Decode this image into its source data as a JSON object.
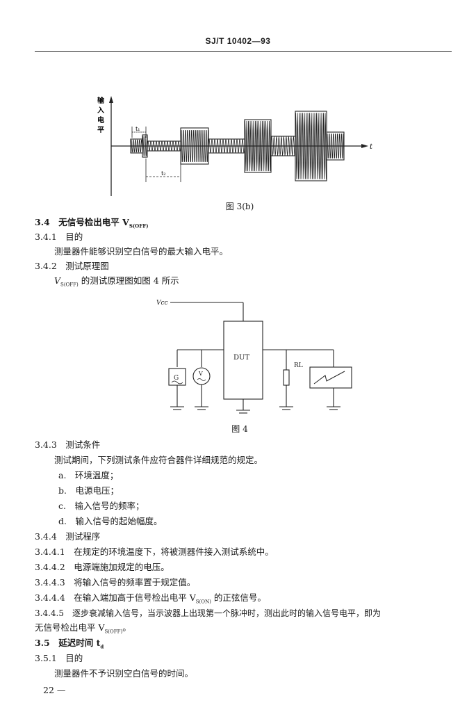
{
  "header": {
    "title": "SJ/T 10402—93"
  },
  "figure_3b": {
    "caption": "图 3(b)",
    "y_axis_label": "输入电平",
    "t_axis_label": "t",
    "t1_label": "t₁",
    "t2_label": "t₂"
  },
  "figure_4": {
    "caption": "图 4",
    "vcc_label": "Vcc",
    "dut_label": "DUT",
    "rl_label": "RL",
    "gen_label": "G"
  },
  "text": {
    "s34": "3.4　无信号检出电平 V",
    "s34_sub": "S(OFF)",
    "s341": "3.4.1　目的",
    "s341_body": "测量器件能够识别空白信号的最大输入电平。",
    "s342": "3.4.2　测试原理图",
    "s342_body_pre": "V",
    "s342_body_sub": "S(OFF)",
    "s342_body_post": " 的测试原理图如图 4 所示",
    "s343": "3.4.3　测试条件",
    "s343_body": "测试期间，下列测试条件应符合器件详细规范的规定。",
    "cond_a": "a.　环境温度；",
    "cond_b": "b.　电源电压；",
    "cond_c": "c.　输入信号的频率；",
    "cond_d": "d.　输入信号的起始幅度。",
    "s344": "3.4.4　测试程序",
    "s3441": "3.4.4.1　在规定的环境温度下，将被测器件接入测试系统中。",
    "s3442": "3.4.4.2　电源端施加规定的电压。",
    "s3443": "3.4.4.3　将输入信号的频率置于规定值。",
    "s3444_pre": "3.4.4.4　在输入端加高于信号检出电平 V",
    "s3444_sub": "S(ON)",
    "s3444_post": " 的正弦信号。",
    "s3445_l1": "3.4.4.5　逐步衰减输入信号，当示波器上出现第一个脉冲时，测出此时的输入信号电平，即为",
    "s3445_l2_pre": "无信号检出电平 V",
    "s3445_l2_sub": "S(OFF)",
    "s3445_l2_post": "。",
    "s35": "3.5　延迟时间 t",
    "s35_sub": "d",
    "s351": "3.5.1　目的",
    "s351_body": "测量器件不予识别空白信号的时间。"
  },
  "footer": {
    "page": "22 —"
  }
}
